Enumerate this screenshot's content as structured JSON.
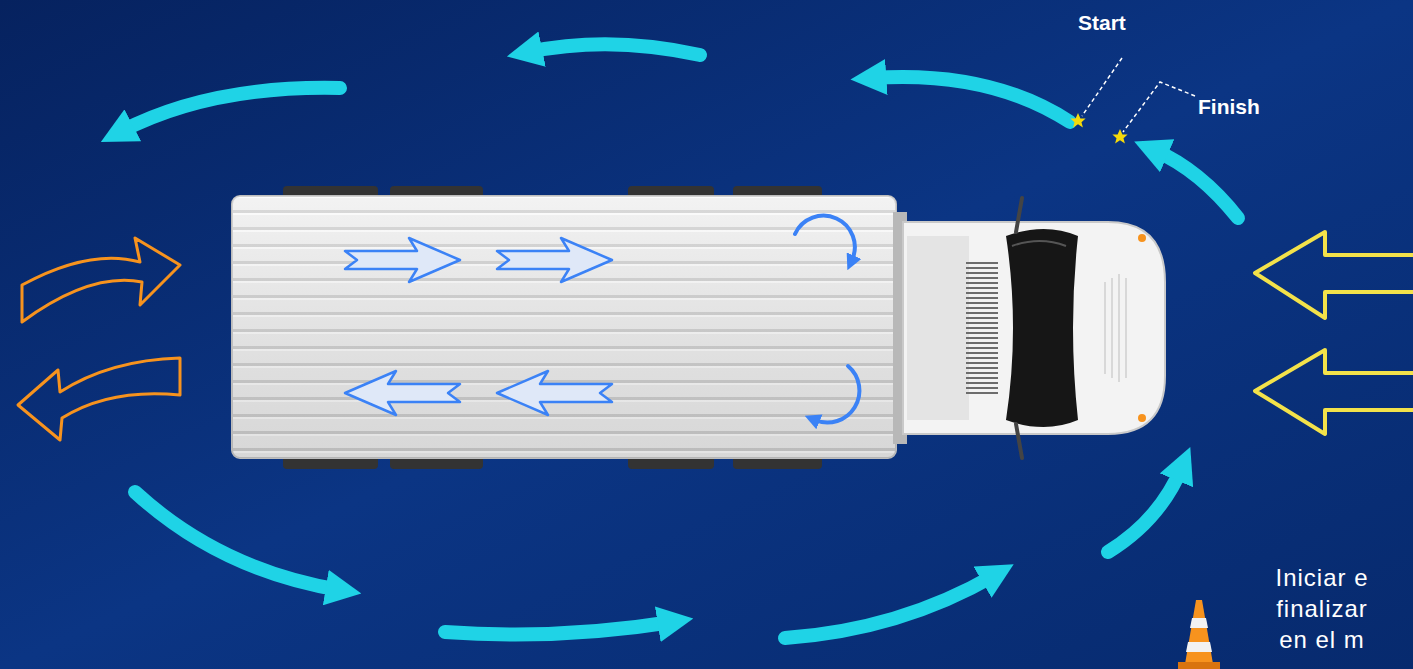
{
  "diagram": {
    "labels": [
      "Start",
      "Finish",
      "Iniciar e finalizar en el m"
    ]
  }
}
